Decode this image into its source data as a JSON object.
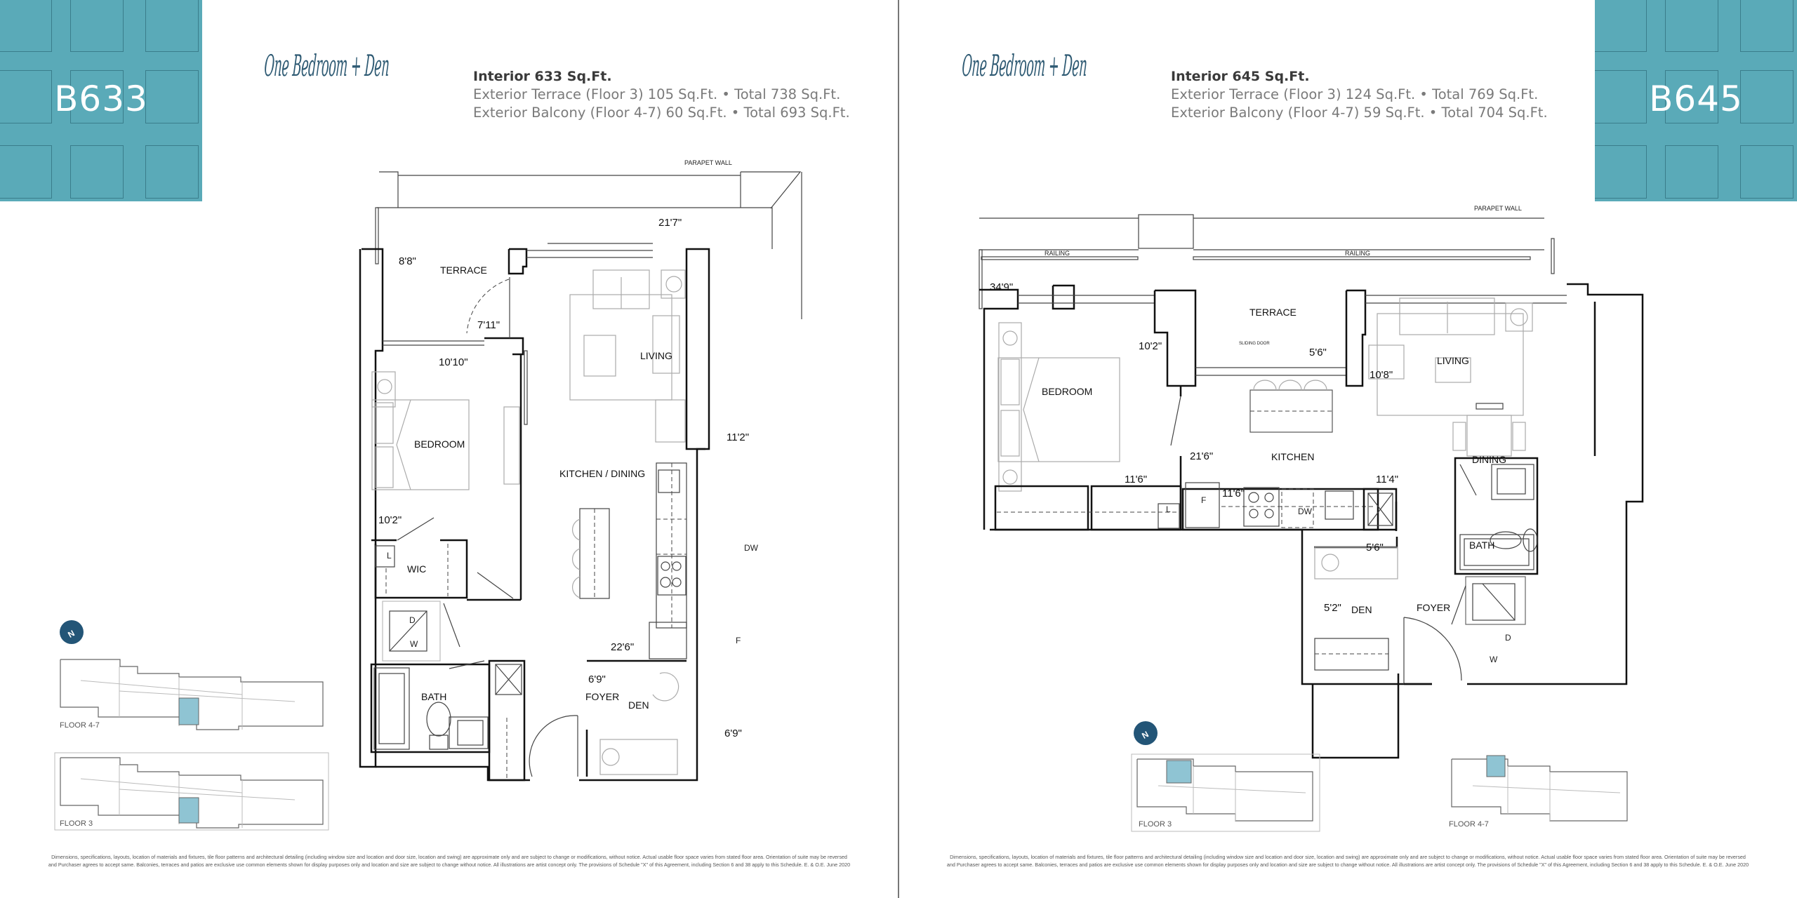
{
  "left": {
    "suite_code": "B633",
    "suite_type": "One Bedroom + Den",
    "interior": "Interior 633 Sq.Ft.",
    "terrace_line": "Exterior Terrace (Floor 3) 105 Sq.Ft. • Total 738 Sq.Ft.",
    "balcony_line": "Exterior Balcony (Floor 4-7) 60 Sq.Ft. • Total 693 Sq.Ft.",
    "plan": {
      "parapet": "PARAPET WALL",
      "terrace": "TERRACE",
      "living": "LIVING",
      "bedroom": "BEDROOM",
      "kitchen_dining": "KITCHEN  / DINING",
      "wic": "WIC",
      "bath": "BATH",
      "foyer": "FOYER",
      "den": "DEN",
      "dw": "DW",
      "f": "F",
      "l": "L",
      "d": "D",
      "w": "W",
      "dims": [
        "21'7\"",
        "8'8\"",
        "7'11\"",
        "10'10\"",
        "11'2\"",
        "10'2\"",
        "22'6\"",
        "6'9\"",
        "6'9\""
      ]
    },
    "keyplan": {
      "floor_a": "FLOOR 4-7",
      "floor_b": "FLOOR 3"
    }
  },
  "right": {
    "suite_code": "B645",
    "suite_type": "One Bedroom + Den",
    "interior": "Interior 645 Sq.Ft.",
    "terrace_line": "Exterior Terrace (Floor 3) 124 Sq.Ft. • Total 769 Sq.Ft.",
    "balcony_line": "Exterior Balcony (Floor 4-7) 59 Sq.Ft. • Total 704 Sq.Ft.",
    "plan": {
      "parapet": "PARAPET WALL",
      "railing": "RAILING",
      "terrace": "TERRACE",
      "sliding_door": "SLIDING DOOR",
      "living": "LIVING",
      "bedroom": "BEDROOM",
      "kitchen": "KITCHEN",
      "dining": "DINING",
      "bath": "BATH",
      "den": "DEN",
      "foyer": "FOYER",
      "dw": "DW",
      "f": "F",
      "l": "L",
      "d": "D",
      "w": "W",
      "dims": [
        "34'9\"",
        "10'2\"",
        "5'6\"",
        "10'8\"",
        "21'6\"",
        "11'6\"",
        "11'6\"",
        "11'4\"",
        "5'6\"",
        "5'2\""
      ]
    },
    "keyplan": {
      "floor_a": "FLOOR 3",
      "floor_b": "FLOOR 4-7"
    }
  },
  "compass_label": "N",
  "disclaimer": {
    "line1": "Dimensions, specifications, layouts, location of materials and fixtures, tile floor patterns and architectural detailing (including window size and location and door size, location and swing) are approximate only and are subject to change or modifications, without notice. Actual usable floor space varies from stated floor area. Orientation of suite may be reversed",
    "line2": "and Purchaser agrees to accept same. Balconies, terraces and patios are exclusive use common elements shown for display purposes only and location and size are subject to change without notice. All illustrations are artist concept only. The provisions of Schedule \"X\" of this Agreement, including Section 6 and 38 apply to this Schedule. E. & O.E. June 2020"
  },
  "colors": {
    "badge": "#5aaab8",
    "script": "#2e5a73",
    "highlight": "#8fc4d3",
    "compass": "#235577"
  }
}
